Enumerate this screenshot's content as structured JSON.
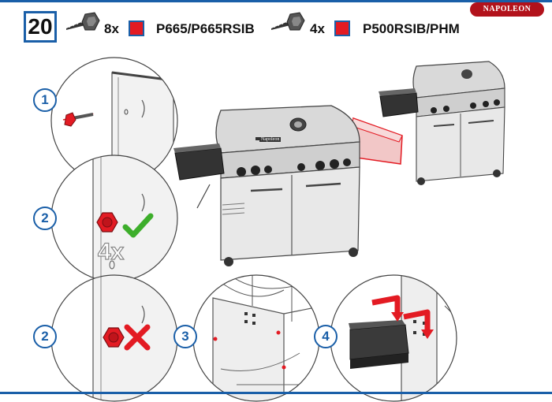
{
  "header": {
    "step_number": "20",
    "screw_group_1": {
      "quantity": "8x",
      "models": "P665/P665RSIB"
    },
    "screw_group_2": {
      "quantity": "4x",
      "models": "P500RSIB/PHM"
    },
    "brand": "NAPOLEON"
  },
  "details": [
    {
      "step": "1"
    },
    {
      "step": "2",
      "quantity": "4x",
      "status": "correct"
    },
    {
      "step": "2",
      "status": "incorrect"
    },
    {
      "step": "3"
    },
    {
      "step": "4"
    }
  ],
  "grill_label": "Napoleon",
  "colors": {
    "accent_blue": "#1a5fa8",
    "red": "#e31b23",
    "green": "#3dae2b",
    "brand_red": "#b2121b"
  },
  "icons": [
    "screw-icon",
    "red-square-icon",
    "check-icon",
    "cross-icon",
    "arrow-icon"
  ]
}
